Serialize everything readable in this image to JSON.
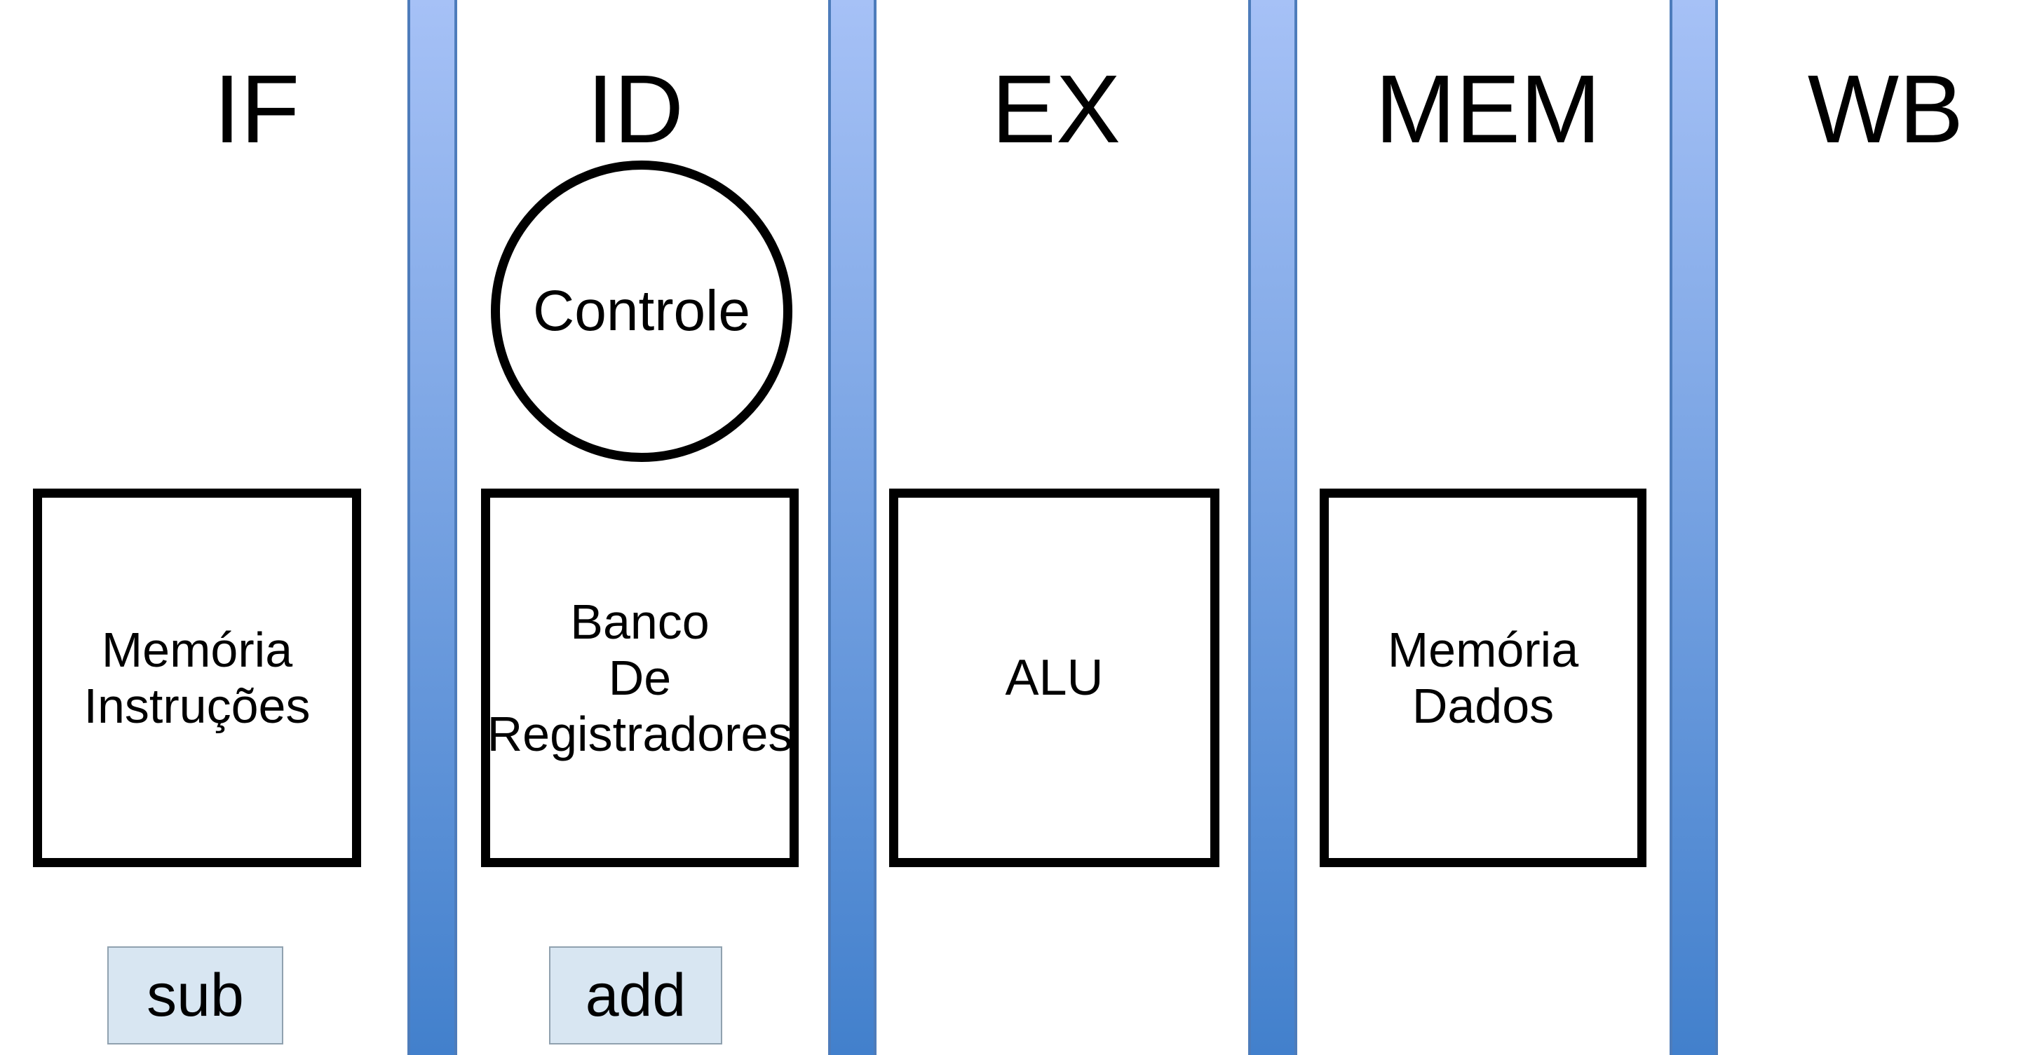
{
  "diagram_type": "cpu-pipeline-stages",
  "stages": [
    {
      "label": "IF"
    },
    {
      "label": "ID"
    },
    {
      "label": "EX"
    },
    {
      "label": "MEM"
    },
    {
      "label": "WB"
    }
  ],
  "units": {
    "control": {
      "label": "Controle"
    },
    "instruction_memory": {
      "lines": [
        "Memória",
        "Instruções"
      ]
    },
    "register_file": {
      "lines": [
        "Banco",
        "De",
        "Registradores"
      ]
    },
    "alu": {
      "label": "ALU"
    },
    "data_memory": {
      "lines": [
        "Memória",
        "Dados"
      ]
    }
  },
  "instructions": [
    {
      "label": "sub"
    },
    {
      "label": "add"
    }
  ],
  "colors": {
    "background": "#ffffff",
    "text": "#000000",
    "divider_gradient_top": "#a6c1f6",
    "divider_gradient_bottom": "#4280cc",
    "divider_border": "#4d7cbb",
    "unit_border": "#000000",
    "unit_fill": "#ffffff",
    "instruction_fill": "#d8e6f2",
    "instruction_border": "#90a1af"
  }
}
